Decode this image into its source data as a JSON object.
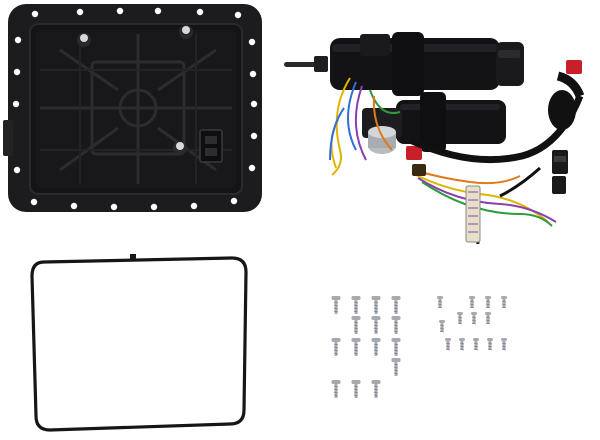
{
  "colors": {
    "background": "#ffffff",
    "tray": "#1c1c1e",
    "tray_inner": "#141416",
    "tray_rib": "#2c2c2f",
    "hole": "#ffffff",
    "gasket": "#161616",
    "motor": "#131315",
    "metal": "#b8bcc0",
    "wire_yellow": "#e0b400",
    "wire_blue": "#2f6fd6",
    "wire_purple": "#8a3fb0",
    "wire_green": "#2f9a3a",
    "wire_orange": "#e07a1a",
    "wire_red": "#c8202a",
    "screw": "#a7abb0"
  },
  "items": [
    "drain-pan-tray",
    "pump-motor-assembly",
    "wiring-harness",
    "rubber-gasket",
    "large-screw-set",
    "small-screw-set"
  ],
  "counts": {
    "large_screws": 15,
    "small_screws": 13
  }
}
